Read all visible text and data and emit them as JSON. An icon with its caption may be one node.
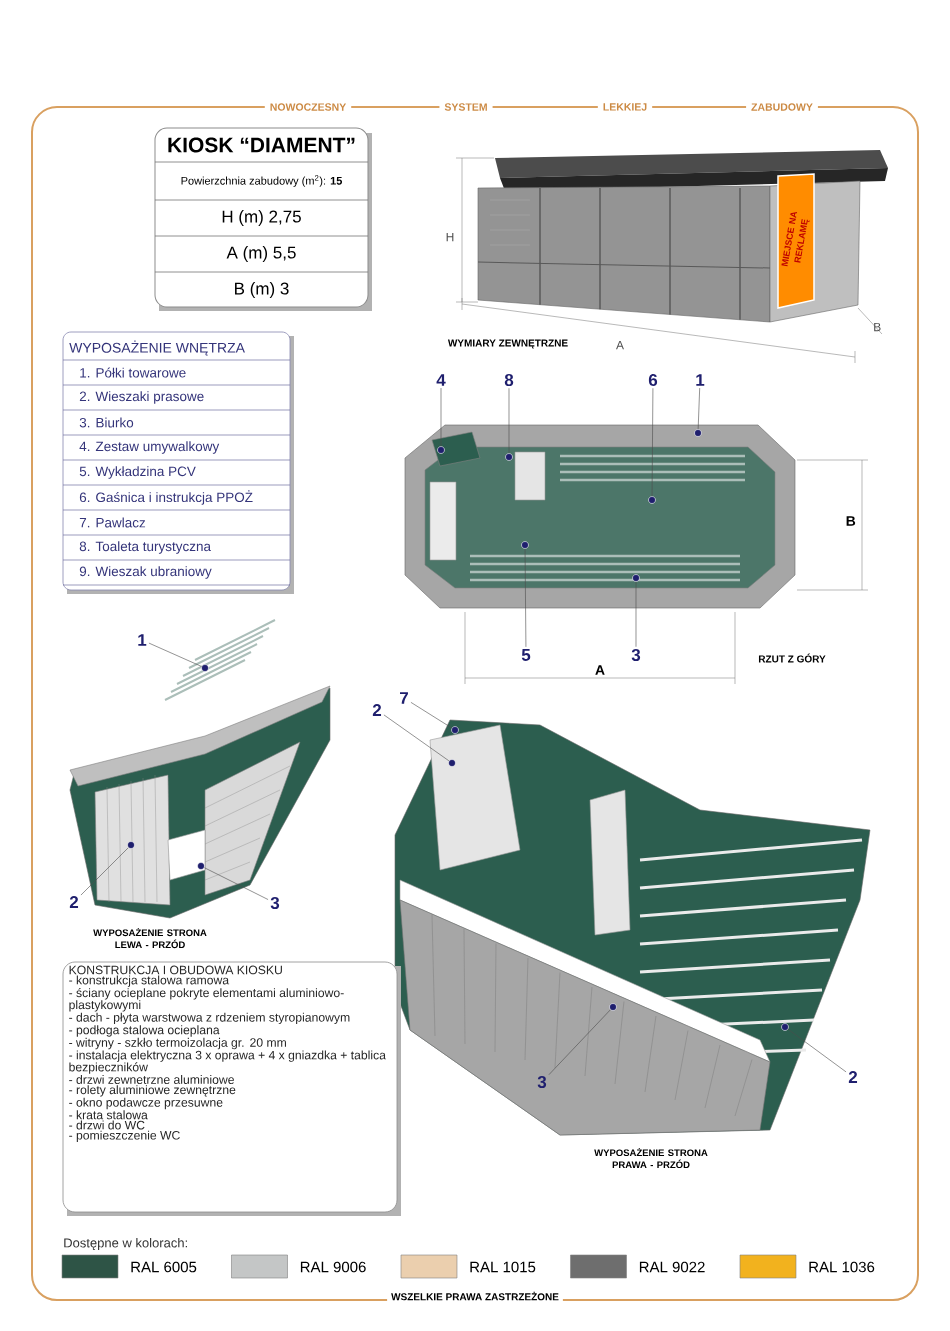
{
  "diagram": {
    "nodes": [
      {
        "text": [
          "KIOSK “DIAMENT”",
          "Powierzchnia zabudowy (m$^{2}$): **15**",
          "H (m) 2,75",
          "A (m) 5,5",
          "B (m) 3"
        ]
      },
      {
        "text": [
          "WYPOSAŻENIE WNĘTRZA",
          "1. Półki towarowe",
          "2. Wieszaki prasowe",
          "3. Biurko",
          "4. Zestaw umywalkowy",
          "5. Wykładzina PCV",
          "6. Gaśnica i instrukcja PPOŻ",
          "7. Pawlacz",
          "8. Toaleta turystyczna",
          "9. Wieszak ubraniowy"
        ]
      },
      {
        "text": [
          "4"
        ]
      },
      {
        "text": [],
        "shape": "circle"
      },
      {
        "text": [
          "8"
        ]
      },
      {
        "text": [],
        "shape": "circle"
      },
      {
        "text": [
          "6"
        ]
      },
      {
        "text": [],
        "shape": "circle"
      },
      {
        "text": [
          "1"
        ]
      },
      {
        "text": [],
        "shape": "circle"
      },
      {
        "text": [
          "5"
        ]
      },
      {
        "text": [],
        "shape": "circle"
      },
      {
        "text": [
          "3"
        ]
      },
      {
        "text": [],
        "shape": "circle"
      },
      {
        "text": [
          "1"
        ]
      },
      {
        "text": [],
        "shape": "circle"
      },
      {
        "text": [
          "2"
        ]
      },
      {
        "text": [],
        "shape": "circle"
      },
      {
        "text": [
          "3"
        ]
      },
      {
        "text": [],
        "shape": "circle"
      },
      {
        "text": [
          "2"
        ]
      },
      {
        "text": [],
        "shape": "circle"
      },
      {
        "text": [
          "7"
        ]
      },
      {
        "text": [],
        "shape": "circle"
      },
      {
        "text": [
          "3"
        ]
      },
      {
        "text": [],
        "shape": "circle"
      },
      {
        "text": [
          "2"
        ]
      },
      {
        "text": [],
        "shape": "circle"
      },
      {
        "text": [
          "KONSTRUKCJA I OBUDOWA KIOSKU",
          "- konstrukcja stalowa ramowa",
          "- ściany ocieplane pokryte elementami aluminiowo-plastykowymi",
          "- dach - płyta warstwowa z rdzeniem styropianowym",
          "- podłoga stalowa ocieplana",
          "- witryny - szkło termoizolacja gr. 20 mm",
          "- instalacja elektryczna 3 x oprawa + 4 x gniazdka + tablica bezpieczników",
          "- drzwi zewnetrzne aluminiowe",
          "- rolety aluminiowe zewnętrzne",
          "- okno podawcze przesuwne",
          "- krata stalowa",
          "- drzwi do WC",
          "- pomieszczenie WC"
        ]
      }
    ],
    "edges": [
      {
        "from": 2,
        "to": 3,
        "arrow": "none"
      },
      {
        "from": 4,
        "to": 5,
        "arrow": "none"
      },
      {
        "from": 6,
        "to": 7,
        "arrow": "none"
      },
      {
        "from": 8,
        "to": 9,
        "arrow": "none"
      },
      {
        "from": 10,
        "to": 11,
        "arrow": "none"
      },
      {
        "from": 12,
        "to": 13,
        "arrow": "none"
      },
      {
        "from": 14,
        "to": 15,
        "arrow": "none"
      },
      {
        "from": 16,
        "to": 17,
        "arrow": "none"
      },
      {
        "from": 18,
        "to": 19,
        "arrow": "none"
      },
      {
        "from": 20,
        "to": 21,
        "arrow": "none"
      },
      {
        "from": 22,
        "to": 23,
        "arrow": "none"
      },
      {
        "from": 24,
        "to": 25,
        "arrow": "none"
      },
      {
        "from": 26,
        "to": 27,
        "arrow": "none"
      }
    ],
    "labels": [
      "NOWOCZESNY",
      "SYSTEM",
      "LEKKIEJ",
      "ZABUDOWY",
      "H",
      "A",
      "B",
      "MIEJSCE NA REKLAMĘ",
      "WYMIARY ZEWNĘTRZNE",
      "B",
      "A",
      "RZUT Z GÓRY",
      "WYPOSAŻENIE STRONA LEWA - PRZÓD",
      "WYPOSAŻENIE STRONA PRAWA - PRZÓD",
      "Dostępne w kolorach:",
      "WSZELKIE PRAWA ZASTRZEŻONE"
    ],
    "legend": [
      {
        "text": "RAL 6005",
        "color": "#2e5446"
      },
      {
        "text": "RAL 9006",
        "color": "#c4c6c6"
      },
      {
        "text": "RAL 1015",
        "color": "#ebcfae"
      },
      {
        "text": "RAL 9022",
        "color": "#6e6e6e"
      },
      {
        "text": "RAL 1036",
        "color": "#f2b21e"
      }
    ]
  }
}
